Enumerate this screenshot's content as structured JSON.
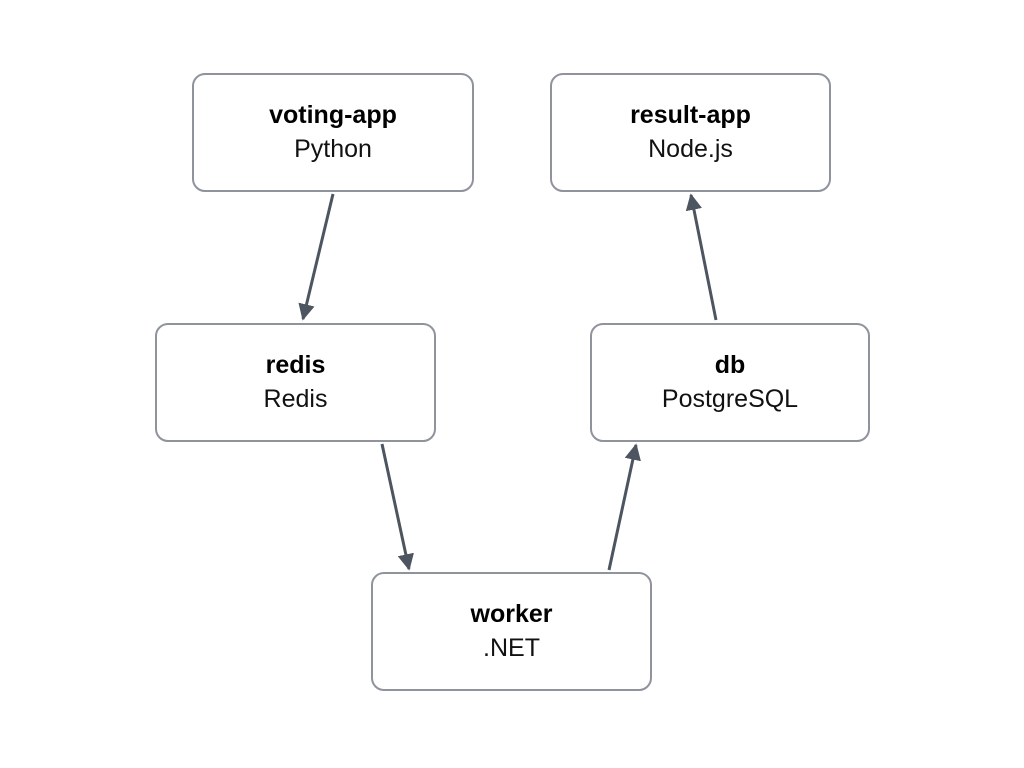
{
  "diagram": {
    "nodes": [
      {
        "id": "voting-app",
        "name": "voting-app",
        "tech": "Python"
      },
      {
        "id": "result-app",
        "name": "result-app",
        "tech": "Node.js"
      },
      {
        "id": "redis",
        "name": "redis",
        "tech": "Redis"
      },
      {
        "id": "db",
        "name": "db",
        "tech": "PostgreSQL"
      },
      {
        "id": "worker",
        "name": "worker",
        "tech": ".NET"
      }
    ],
    "edges": [
      {
        "from": "voting-app",
        "to": "redis"
      },
      {
        "from": "redis",
        "to": "worker"
      },
      {
        "from": "worker",
        "to": "db"
      },
      {
        "from": "db",
        "to": "result-app"
      }
    ],
    "colors": {
      "background": "#ffffff",
      "node_border": "#8e939c",
      "node_title": "#000000",
      "node_subtitle": "#111111",
      "arrow": "#4d5560"
    }
  }
}
